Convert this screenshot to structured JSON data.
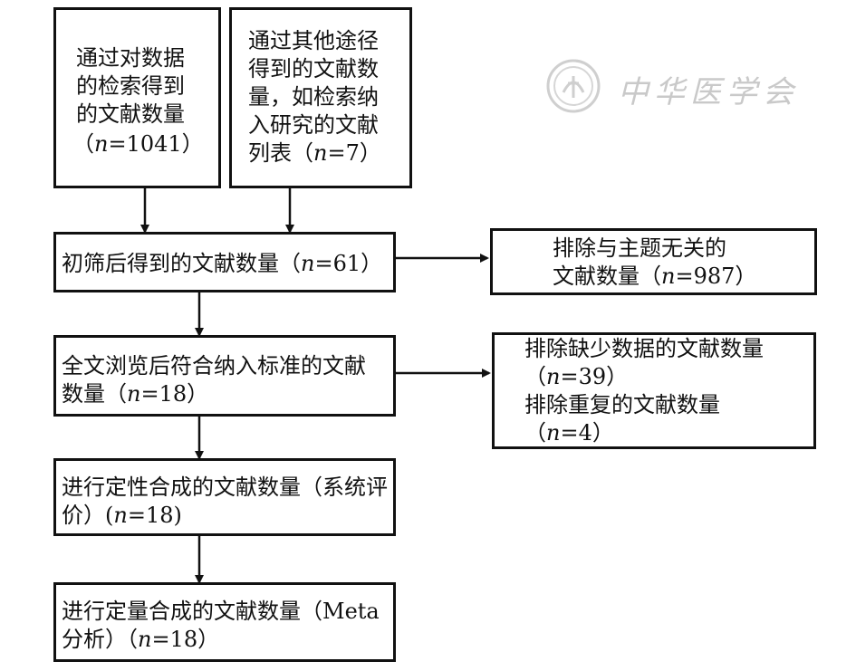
{
  "watermark": {
    "logo_text": "中华医学会"
  },
  "boxes": {
    "db_search": {
      "lines": [
        "通过对数据",
        "的检索得到",
        "的文献数量"
      ],
      "count": "（n=1041）"
    },
    "other_sources": {
      "lines": [
        "通过其他途径",
        "得到的文献数",
        "量，如检索纳",
        "入研究的文献"
      ],
      "last_prefix": "列表（",
      "n_label": "n",
      "n_value": "=7）"
    },
    "screened": {
      "prefix": "初筛后得到的文献数量（",
      "n_label": "n",
      "n_value": "=61）"
    },
    "excluded_irrelevant": {
      "line1": "排除与主题无关的",
      "line2_prefix": "文献数量（",
      "n_label": "n",
      "n_value": "=987）"
    },
    "full_text": {
      "line1": "全文浏览后符合纳入标准的文献",
      "line2_prefix": "数量（",
      "n_label": "n",
      "n_value": "=18）"
    },
    "excluded_other": {
      "line1": "排除缺少数据的文献数量",
      "line2_prefix": "（",
      "n_label": "n",
      "n_value2": "=39）",
      "line3": "排除重复的文献数量",
      "line4_prefix": "（",
      "n_value4": "=4）"
    },
    "qualitative": {
      "line1": "进行定性合成的文献数量（系统评",
      "line2_prefix": "价）(",
      "n_label": "n",
      "n_value": "=18)"
    },
    "quantitative": {
      "line1": "进行定量合成的文献数量（Meta",
      "line2_prefix": "分析）（",
      "n_label": "n",
      "n_value": "=18）"
    }
  }
}
